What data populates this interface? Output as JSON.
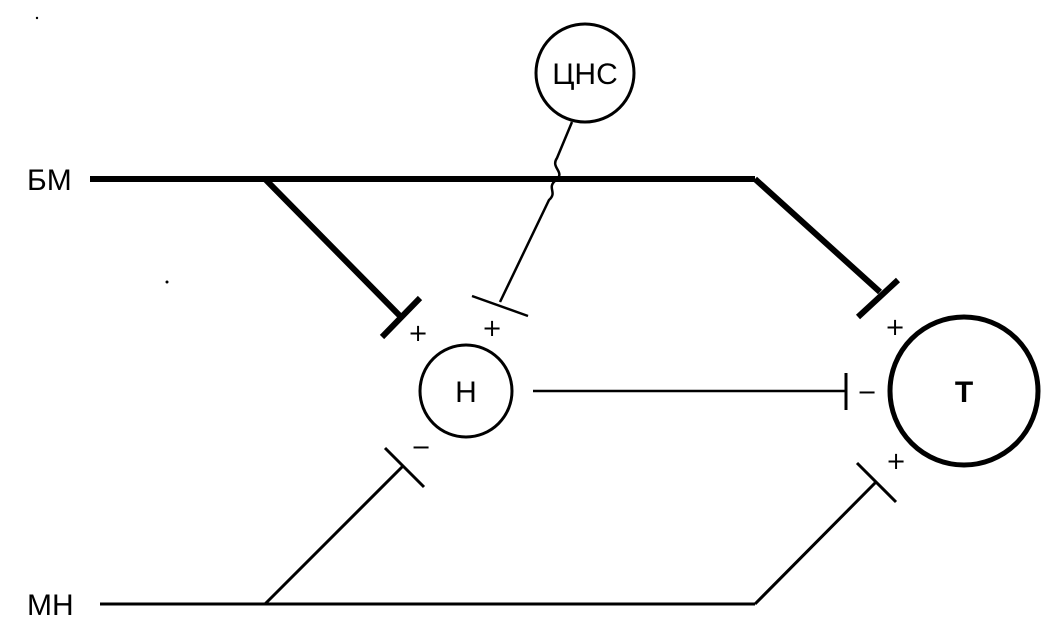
{
  "labels": {
    "bm": "БМ",
    "mn": "МН",
    "cns": "ЦНС",
    "h": "Н",
    "t": "Т"
  },
  "signs": {
    "bm_to_h": "+",
    "cns_to_h": "+",
    "mn_to_h": "−",
    "bm_to_t": "+",
    "h_to_t": "−",
    "mn_to_t": "+"
  }
}
